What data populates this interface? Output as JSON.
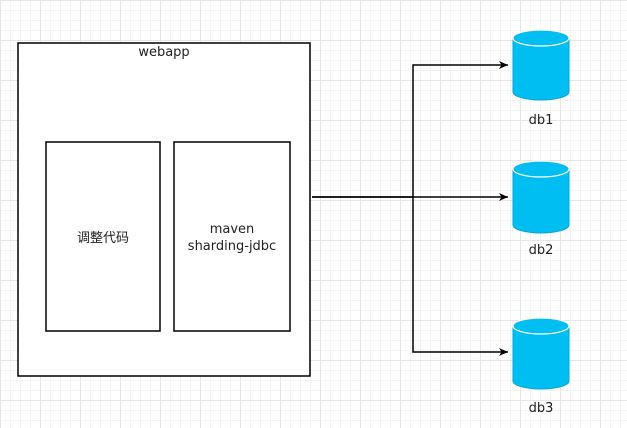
{
  "webapp": {
    "title": "webapp"
  },
  "inner_left": {
    "label": "调整代码"
  },
  "inner_right": {
    "line1": "maven",
    "line2": "sharding-jdbc"
  },
  "databases": [
    {
      "label": "db1"
    },
    {
      "label": "db2"
    },
    {
      "label": "db3"
    }
  ],
  "colors": {
    "db_fill": "#00BEF2",
    "db_stroke": "#0aa6d6",
    "stroke": "#000000"
  }
}
